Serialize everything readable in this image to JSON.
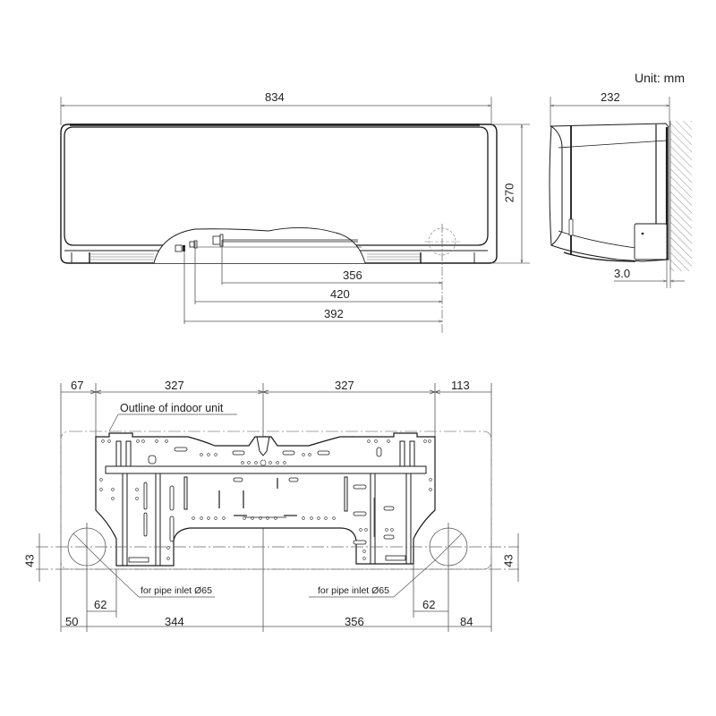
{
  "unit_label": "Unit: mm",
  "front_view": {
    "width_dim": "834",
    "height_dim": "270",
    "pipe_dims": [
      "356",
      "420",
      "392"
    ]
  },
  "side_view": {
    "depth_dim": "232",
    "wall_gap_dim": "3.0"
  },
  "mounting_plate": {
    "top_dims": [
      "67",
      "327",
      "327",
      "113"
    ],
    "outline_note": "Outline of indoor unit",
    "pipe_inlet_left_note": "for pipe inlet Ø65",
    "pipe_inlet_right_note": "for pipe inlet Ø65",
    "left_offset_dim": "62",
    "right_offset_dim": "62",
    "left_height_dim": "43",
    "right_height_dim": "43",
    "bottom_dims": [
      "50",
      "344",
      "356",
      "84"
    ]
  },
  "colors": {
    "line": "#1a1a1a",
    "dim_line": "#555555",
    "center_line": "#666666",
    "hatch": "#777777"
  }
}
